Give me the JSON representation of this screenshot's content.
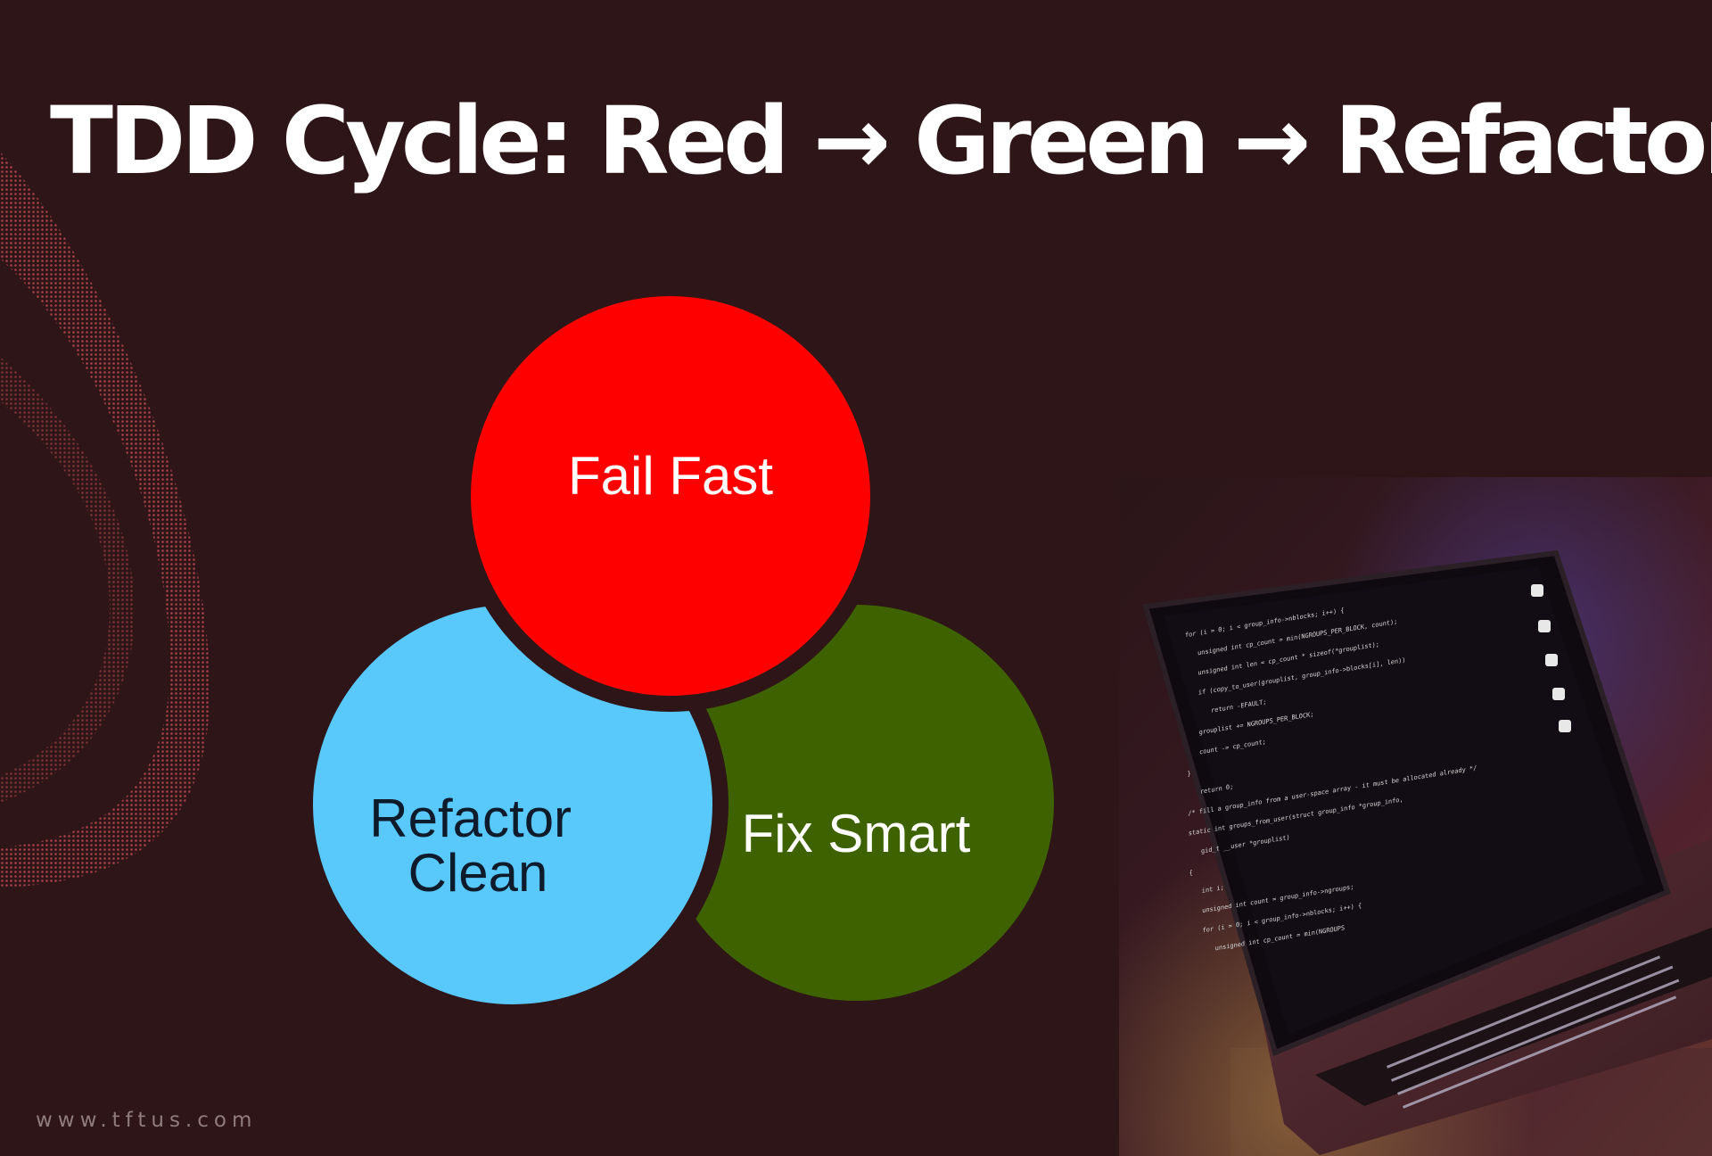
{
  "title": "TDD Cycle: Red → Green → Refactor",
  "cycle": {
    "top": {
      "label": "Fail Fast",
      "color": "#ff0000",
      "text_color": "#ffffff"
    },
    "right": {
      "label": "Fix Smart",
      "color": "#3f6200",
      "text_color": "#ffffff"
    },
    "left": {
      "line1": "Refactor",
      "line2": "Clean",
      "color": "#59c9fb",
      "text_color": "#0e1b2b"
    }
  },
  "photo": {
    "description_icon": "laptop-icon",
    "code_lines": [
      "for (i = 0; i < group_info->nblocks; i++) {",
      "unsigned int cp_count = min(NGROUPS_PER_BLOCK, count);",
      "unsigned int len = cp_count * sizeof(*grouplist);",
      "if (copy_to_user(grouplist, group_info->blocks[i], len))",
      "return -EFAULT;",
      "grouplist += NGROUPS_PER_BLOCK;",
      "count -= cp_count;",
      "}",
      "return 0;",
      "/* fill a group_info from a user-space array - it must be allocated already */",
      "static int groups_from_user(struct group_info *group_info,",
      "gid_t __user *grouplist)",
      "{",
      "int i;",
      "unsigned int count = group_info->ngroups;",
      "for (i = 0; i < group_info->nblocks; i++) {",
      "unsigned int cp_count = min(NGROUPS"
    ]
  },
  "watermark": "www.tftus.com",
  "colors": {
    "background": "#2e1517",
    "wave": "#c04a52"
  }
}
